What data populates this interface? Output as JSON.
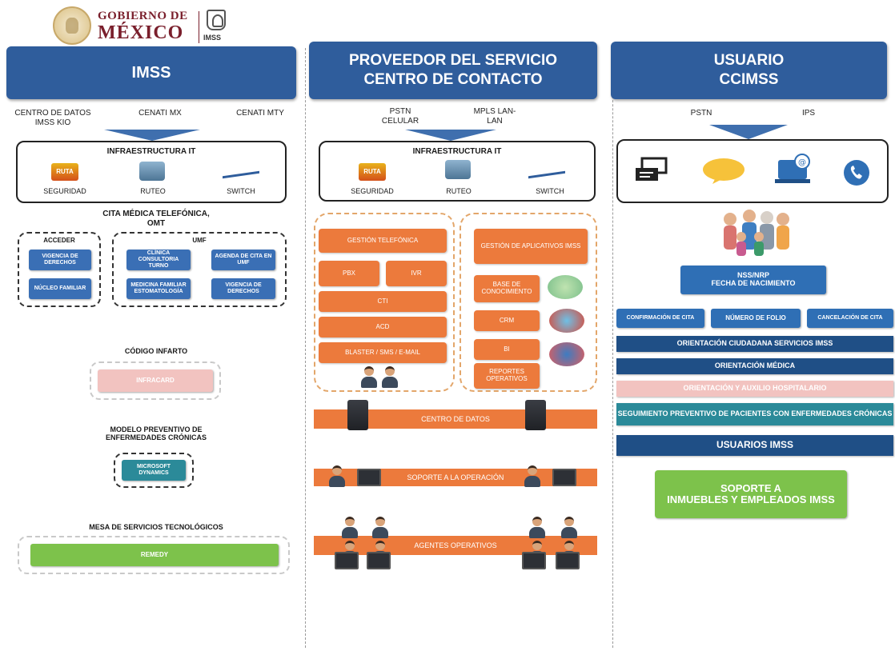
{
  "logo": {
    "gobierno": "GOBIERNO DE",
    "mexico": "MÉXICO",
    "imss": "IMSS"
  },
  "col1": {
    "header": "IMSS",
    "sites": [
      "CENTRO DE DATOS IMSS KIO",
      "CENATI MX",
      "CENATI MTY"
    ],
    "infra": {
      "title": "INFRAESTRUCTURA IT",
      "seguridad": "SEGURIDAD",
      "ruteo": "RUTEO",
      "switch": "SWITCH",
      "ruta_logo": "RUTA"
    },
    "cita_title": "CITA MÉDICA TELEFÓNICA, OMT",
    "acceder": {
      "title": "ACCEDER",
      "items": [
        "VIGENCIA DE DERECHOS",
        "NÚCLEO FAMILIAR"
      ]
    },
    "umf": {
      "title": "UMF",
      "items": [
        "CLÍNICA CONSULTORIA TURNO",
        "AGENDA DE CITA EN UMF",
        "MEDICINA FAMILIAR ESTOMATOLOGÍA",
        "VIGENCIA DE DERECHOS"
      ]
    },
    "codigo_infarto": {
      "title": "CÓDIGO INFARTO",
      "box": "INFRACARD"
    },
    "modelo": {
      "title": "MODELO PREVENTIVO DE ENFERMEDADES CRÓNICAS",
      "box": "MICROSOFT DYNAMICS"
    },
    "mesa": {
      "title": "MESA DE SERVICIOS TECNOLÓGICOS",
      "box": "REMEDY"
    }
  },
  "col2": {
    "header_line1": "PROVEEDOR DEL SERVICIO",
    "header_line2": "CENTRO DE CONTACTO",
    "sites": [
      "PSTN CELULAR",
      "MPLS LAN-LAN"
    ],
    "infra": {
      "title": "INFRAESTRUCTURA IT",
      "seguridad": "SEGURIDAD",
      "ruteo": "RUTEO",
      "switch": "SWITCH",
      "ruta_logo": "RUTA"
    },
    "gestion_tel": {
      "title": "GESTIÓN TELEFÓNICA",
      "pbx": "PBX",
      "ivr": "IVR",
      "cti": "CTI",
      "acd": "ACD",
      "blaster": "BLASTER / SMS / E-MAIL"
    },
    "gestion_apl": {
      "title": "GESTIÓN DE APLICATIVOS IMSS",
      "items": [
        "BASE DE CONOCIMIENTO",
        "CRM",
        "BI",
        "REPORTES OPERATIVOS"
      ]
    },
    "bands": [
      "CENTRO DE DATOS",
      "SOPORTE A LA OPERACIÓN",
      "AGENTES OPERATIVOS"
    ]
  },
  "col3": {
    "header_line1": "USUARIO",
    "header_line2": "CCIMSS",
    "channels": [
      "PSTN",
      "IPS"
    ],
    "nss": {
      "line1": "NSS/NRP",
      "line2": "FECHA DE NACIMIENTO"
    },
    "buttons": [
      "CONFIRMACIÓN DE CITA",
      "NÚMERO DE FOLIO",
      "CANCELACIÓN DE CITA"
    ],
    "bars": [
      "ORIENTACIÓN CIUDADANA SERVICIOS IMSS",
      "ORIENTACIÓN MÉDICA",
      "ORIENTACIÓN Y AUXILIO HOSPITALARIO",
      "SEGUIMIENTO PREVENTIVO DE PACIENTES CON ENFERMEDADES CRÓNICAS"
    ],
    "usuarios": "USUARIOS IMSS",
    "soporte_line1": "SOPORTE A",
    "soporte_line2": "INMUEBLES Y EMPLEADOS IMSS"
  },
  "colors": {
    "header_blue": "#2f5d9c",
    "btn_blue": "#3a6fb5",
    "orange": "#ec7a3c",
    "green": "#7dc24b",
    "pink": "#f2c3c0",
    "teal": "#2b8a99",
    "dark_blue": "#1f4f86"
  }
}
